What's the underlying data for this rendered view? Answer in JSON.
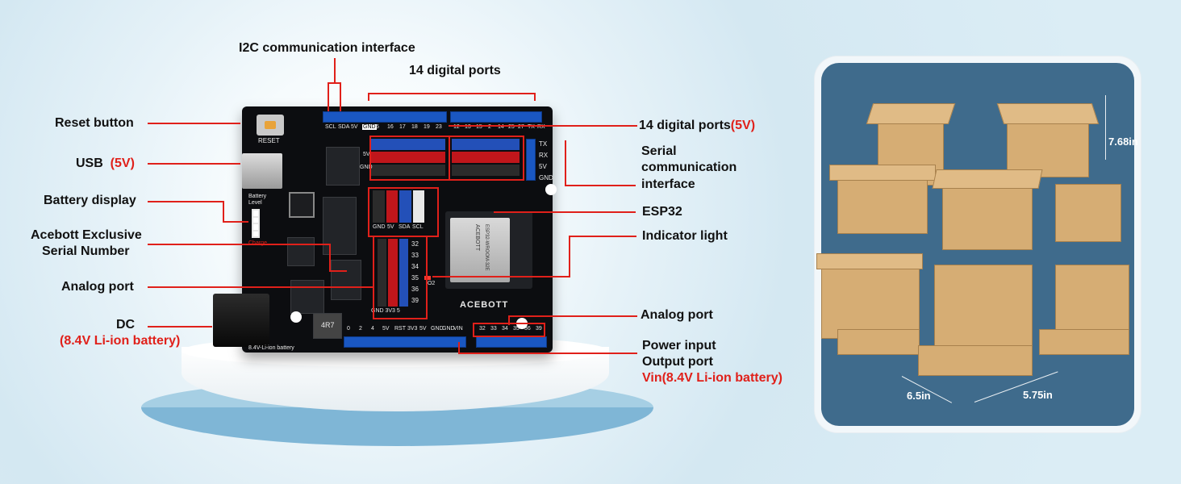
{
  "labels": {
    "i2c": "I2C communication interface",
    "digital14_top": "14 digital ports",
    "digital14_right": "14 digital ports",
    "digital14_right_volt": "(5V)",
    "serial_1": "Serial",
    "serial_2": "communication",
    "serial_3": "interface",
    "esp32": "ESP32",
    "indicator": "Indicator light",
    "analog_right": "Analog port",
    "power_input": "Power input",
    "output_port": "Output port",
    "vin": "Vin(8.4V Li-ion battery)",
    "reset": "Reset button",
    "usb": "USB",
    "usb_volt": "(5V)",
    "battery_display": "Battery display",
    "serial_number_1": "Acebott Exclusive",
    "serial_number_2": "Serial Number",
    "analog_left": "Analog port",
    "dc": "DC",
    "dc_sub": "(8.4V Li-ion battery)"
  },
  "board": {
    "reset_text": "RESET",
    "brand": "ACEBOTT",
    "inductor": "4R7",
    "battery_level_1": "Battery",
    "battery_level_2": "Level",
    "charge": "Charge",
    "dc_caption": "8.4V-Li-ion battery",
    "top_pins_left": [
      "SCL",
      "SDA",
      "5V",
      "GND",
      "5",
      "16",
      "17",
      "18",
      "19",
      "23"
    ],
    "top_pins_right": [
      "12",
      "13",
      "15",
      "2",
      "14",
      "25",
      "26",
      "27",
      "TX",
      "RX"
    ],
    "serial_pins": [
      "TX",
      "RX",
      "5V",
      "GND"
    ],
    "i2c_pins": [
      "GND",
      "5V",
      "SDA",
      "SCL"
    ],
    "analog_pins": [
      "32",
      "33",
      "34",
      "35",
      "36",
      "39"
    ],
    "analog_footer": "GND 3V3 5",
    "io2": "IO2",
    "bottom_pins_left": [
      "0",
      "2",
      "4",
      "5V",
      "RST",
      "3V3",
      "5V",
      "GND",
      "GND",
      "VIN"
    ],
    "bottom_pins_right": [
      "32",
      "33",
      "34",
      "35",
      "36",
      "39"
    ],
    "side_labels": [
      "5V",
      "GND"
    ],
    "module_text": "ESP32-WROOM-32E",
    "module_brand": "ACEBOTT"
  },
  "product": {
    "dim_height": "7.68in",
    "dim_width": "6.5in",
    "dim_depth": "5.75in"
  },
  "colors": {
    "accent": "#e0201a",
    "pcb": "#0c0d10",
    "header_blue": "#1a57c2",
    "photo_bg": "#3f6b8c"
  }
}
